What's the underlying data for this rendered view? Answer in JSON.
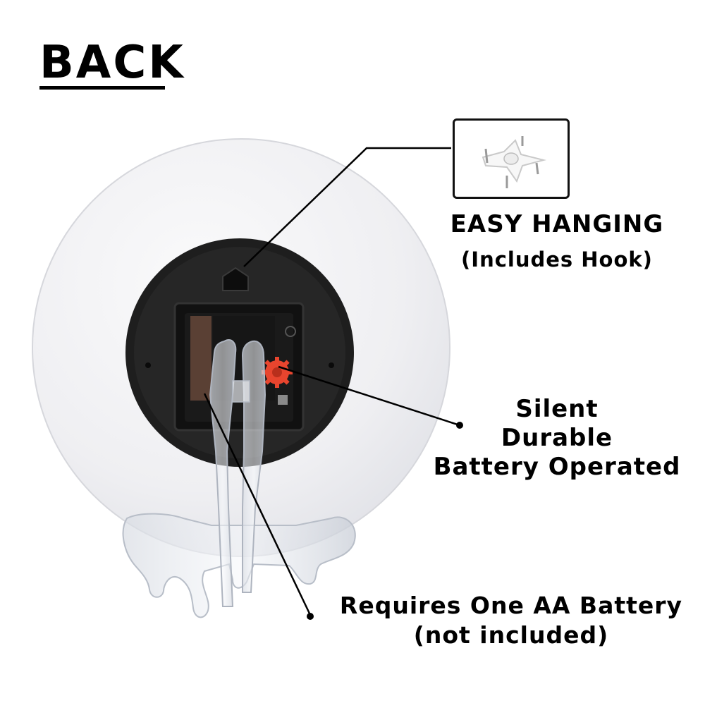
{
  "heading": "BACK",
  "features": {
    "hanging": {
      "title": "EASY HANGING",
      "subtitle": "(Includes Hook)",
      "icon": "hanging-hook-icon"
    },
    "movement": {
      "line1": "Silent",
      "line2": "Durable",
      "line3": "Battery Operated"
    },
    "battery": {
      "line1": "Requires One AA Battery",
      "line2": "(not included)"
    }
  },
  "colors": {
    "text": "#000000",
    "clock_disc": "#f4f4f6",
    "movement_housing": "#1e1e1e",
    "gear_accent": "#e8452e"
  }
}
